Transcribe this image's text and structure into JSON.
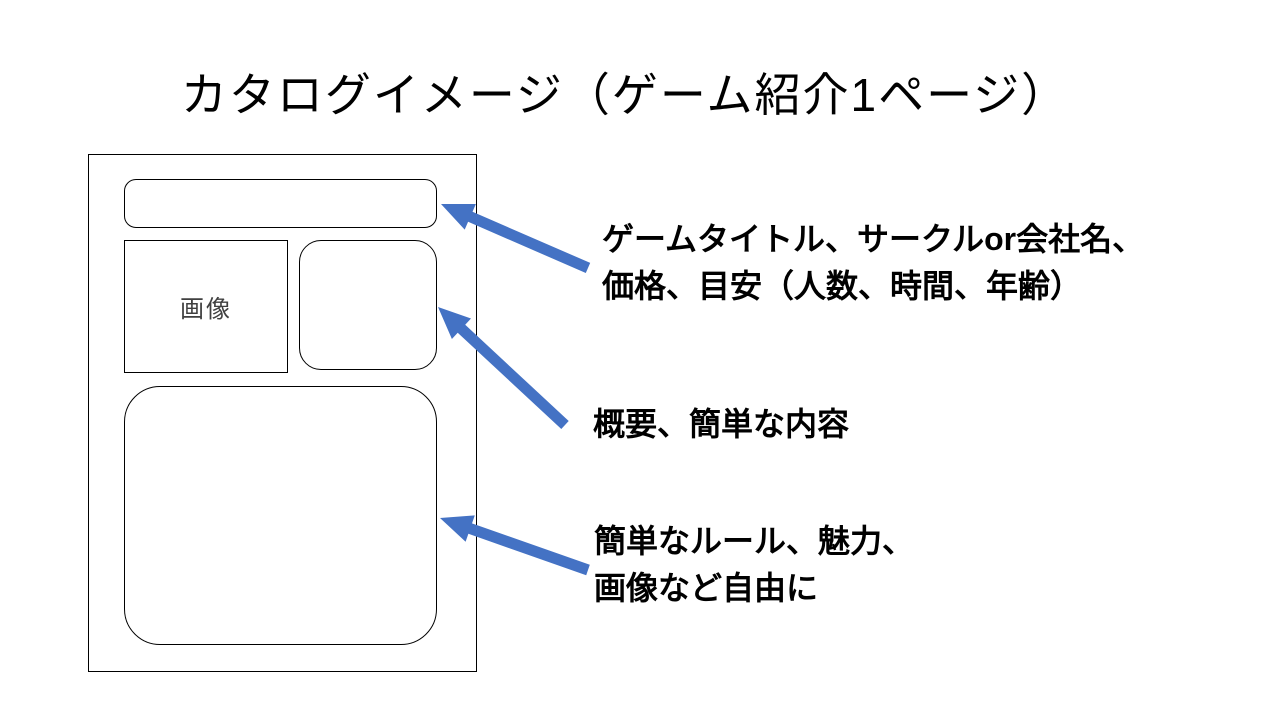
{
  "title": "カタログイメージ（ゲーム紹介1ページ）",
  "mockup": {
    "image_box_label": "画像"
  },
  "annotations": {
    "header": {
      "line1": "ゲームタイトル、サークルor会社名、",
      "line2": "価格、目安（人数、時間、年齢）"
    },
    "summary": {
      "line1": "概要、簡単な内容"
    },
    "content": {
      "line1": "簡単なルール、魅力、",
      "line2": "画像など自由に"
    }
  },
  "colors": {
    "arrow_accent": "#4472C4",
    "outline": "#000000",
    "image_label": "#404040",
    "background": "#FFFFFF"
  }
}
